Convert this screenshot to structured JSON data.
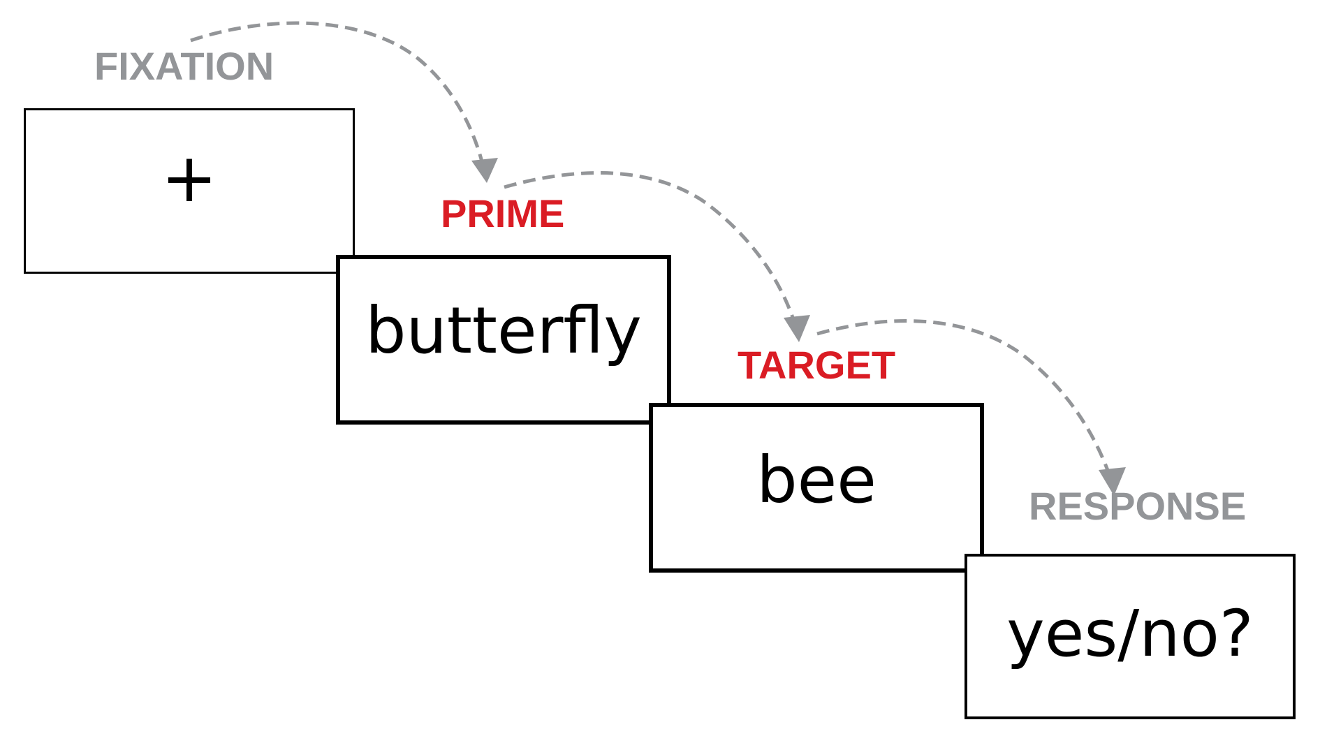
{
  "diagram": {
    "type": "priming-trial-sequence",
    "colors": {
      "stage_label_neutral": "#939598",
      "stage_label_highlight": "#DA1C24",
      "box_border": "#000000",
      "arrow": "#939598"
    },
    "stages": [
      {
        "label": "FIXATION",
        "label_style": "neutral",
        "stimulus": "+"
      },
      {
        "label": "PRIME",
        "label_style": "highlight",
        "stimulus": "butterfly"
      },
      {
        "label": "TARGET",
        "label_style": "highlight",
        "stimulus": "bee"
      },
      {
        "label": "RESPONSE",
        "label_style": "neutral",
        "stimulus": "yes/no?"
      }
    ],
    "arrows": [
      {
        "from": "FIXATION",
        "to": "PRIME",
        "style": "dashed"
      },
      {
        "from": "PRIME",
        "to": "TARGET",
        "style": "dashed"
      },
      {
        "from": "TARGET",
        "to": "RESPONSE",
        "style": "dashed"
      }
    ]
  }
}
